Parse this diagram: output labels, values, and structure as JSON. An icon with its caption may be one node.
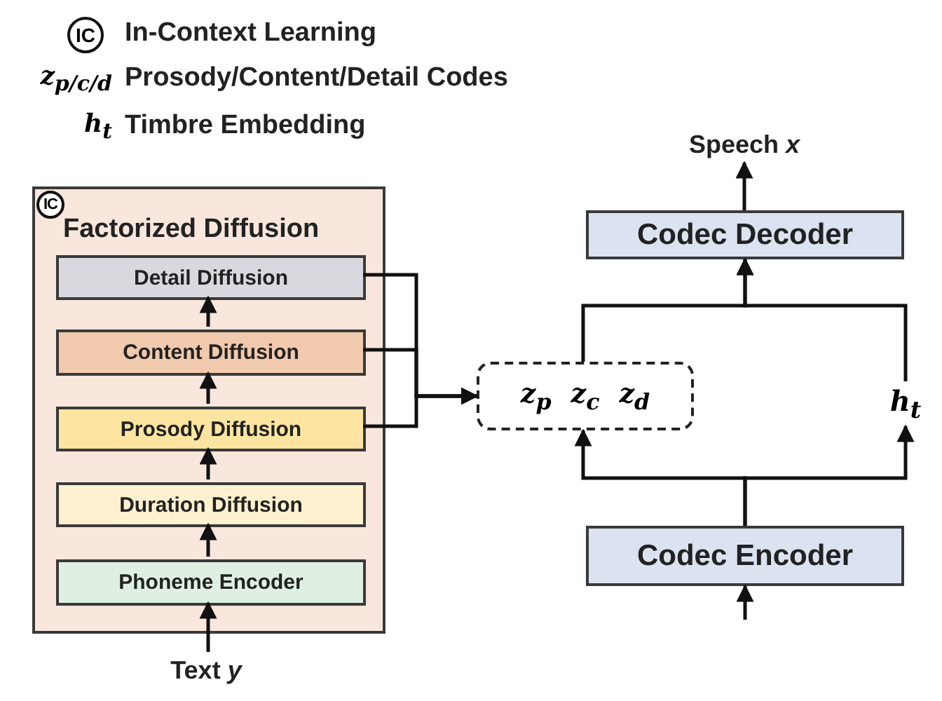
{
  "diagram": {
    "nodes": [
      {
        "text": [
          "IC",
          "Factorized Diffusion"
        ]
      },
      {
        "text": [
          "Detail Diffusion"
        ],
        "in": 0
      },
      {
        "text": [
          "Content Diffusion"
        ],
        "in": 0
      },
      {
        "text": [
          "Prosody Diffusion"
        ],
        "in": 0
      },
      {
        "text": [
          "Duration Diffusion"
        ],
        "in": 0
      },
      {
        "text": [
          "Phoneme Encoder"
        ],
        "in": 0
      },
      {
        "text": [
          "Text *y*"
        ]
      },
      {
        "text": [
          "Speech *x*"
        ]
      },
      {
        "text": [
          "Codec Decoder"
        ]
      },
      {
        "text": [
          "z$_{p}$",
          "z$_{c}$",
          "z$_{d}$"
        ]
      },
      {
        "text": [
          "h$_{t}$"
        ]
      },
      {
        "text": [
          "Codec Encoder"
        ]
      }
    ],
    "edges": [
      {
        "from": 6,
        "to": 5,
        "arrow": "to"
      },
      {
        "from": 5,
        "to": 4,
        "arrow": "to"
      },
      {
        "from": 4,
        "to": 3,
        "arrow": "to"
      },
      {
        "from": 3,
        "to": 2,
        "arrow": "to"
      },
      {
        "from": 2,
        "to": 1,
        "arrow": "to"
      },
      {
        "from": 1,
        "to": 9,
        "arrow": "to"
      },
      {
        "from": 2,
        "to": 9,
        "arrow": "to"
      },
      {
        "from": 3,
        "to": 9,
        "arrow": "to"
      },
      {
        "from": 11,
        "to": 9,
        "arrow": "to"
      },
      {
        "from": 11,
        "to": 10,
        "arrow": "to"
      },
      {
        "from": 9,
        "to": 8,
        "arrow": "to"
      },
      {
        "from": 10,
        "to": 8,
        "arrow": "to"
      },
      {
        "from": 8,
        "to": 7,
        "arrow": "to"
      },
      {
        "from": null,
        "to": 11,
        "arrow": "to"
      }
    ],
    "labels": [
      "IC",
      "In-Context Learning",
      "z$_{p/c/d}$",
      "Prosody/Content/Detail Codes",
      "h$_{t}$",
      "Timbre Embedding"
    ]
  }
}
